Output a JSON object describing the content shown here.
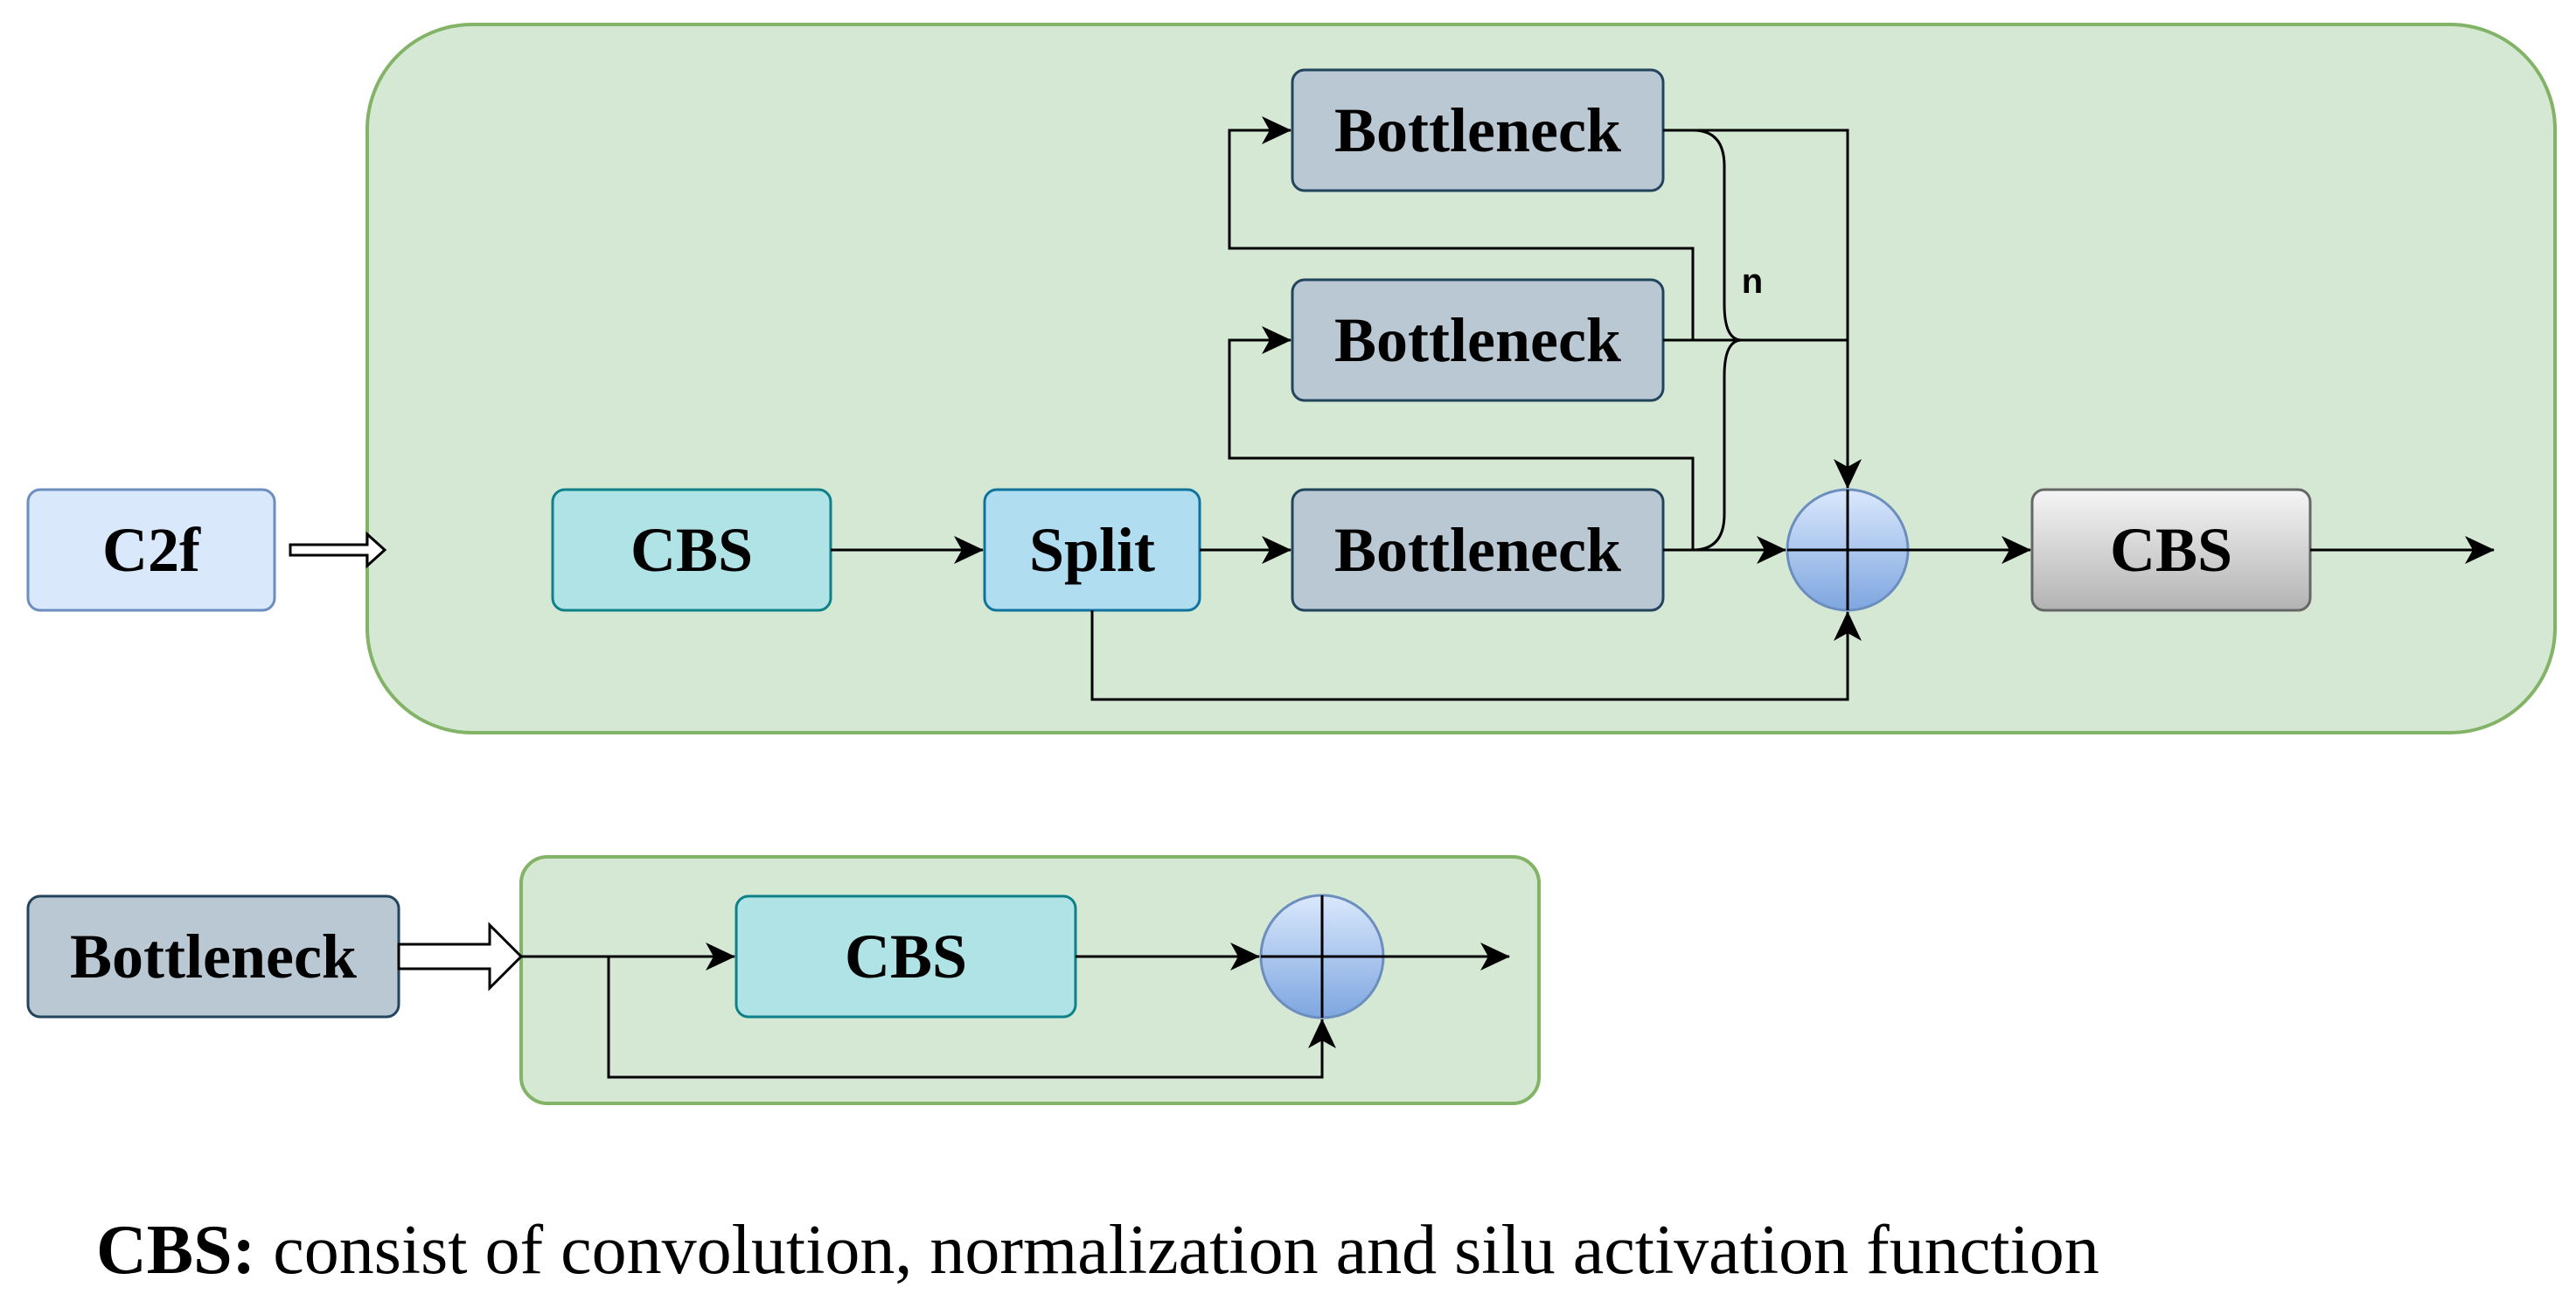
{
  "c2f_diagram": {
    "input_label": "C2f",
    "cbs_in_label": "CBS",
    "split_label": "Split",
    "bottleneck_top_label": "Bottleneck",
    "bottleneck_mid_label": "Bottleneck",
    "bottleneck_bottom_label": "Bottleneck",
    "repeat_label": "n",
    "cbs_out_label": "CBS"
  },
  "bottleneck_diagram": {
    "input_label": "Bottleneck",
    "cbs_label": "CBS"
  },
  "caption": {
    "term": "CBS:",
    "definition": " consist of convolution, normalization and silu activation function"
  },
  "colors": {
    "panel_fill": "#d5e8d4",
    "panel_stroke": "#82b366",
    "c2f_fill": "#dae8fc",
    "c2f_stroke": "#6c8ebf",
    "cbs_fill": "#b0e3e6",
    "cbs_stroke": "#0e8088",
    "split_fill": "#b1ddf0",
    "split_stroke": "#10739e",
    "bottleneck_fill": "#bac8d3",
    "bottleneck_stroke": "#23445d",
    "adder_top": "#dae8fc",
    "adder_bottom": "#7ea6e0",
    "cbs_out_top": "#f5f5f5",
    "cbs_out_bottom": "#b3b3b3"
  }
}
